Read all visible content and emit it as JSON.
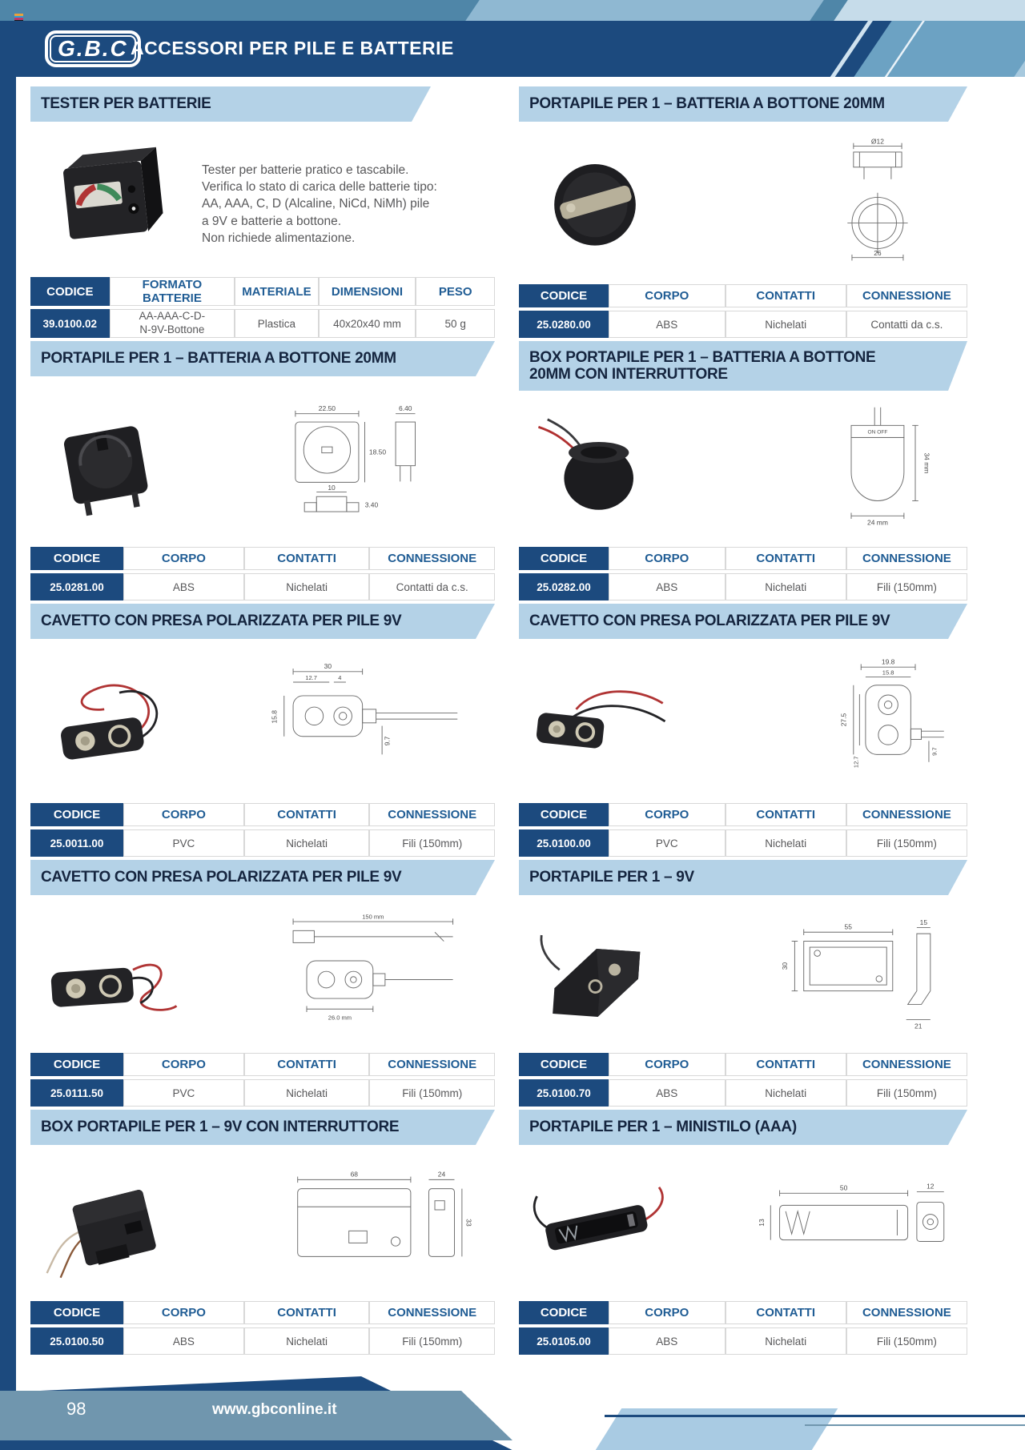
{
  "page": {
    "logo_text": "G.B.C",
    "header_title": "ACCESSORI PER PILE E BATTERIE",
    "page_number": "98",
    "website": "www.gbconline.it"
  },
  "product_columns": [
    "CODICE",
    "CORPO",
    "CONTATTI",
    "CONNESSIONE"
  ],
  "tester": {
    "title": "TESTER PER BATTERIE",
    "description": [
      "Tester per batterie pratico e tascabile.",
      "Verifica lo stato di carica delle batterie tipo:",
      "AA, AAA, C, D (Alcaline, NiCd, NiMh) pile",
      "a 9V e batterie a bottone.",
      "Non richiede alimentazione."
    ],
    "columns": [
      "CODICE",
      "FORMATO BATTERIE",
      "MATERIALE",
      "DIMENSIONI",
      "PESO"
    ],
    "row": {
      "codice": "39.0100.02",
      "formato_line1": "AA-AAA-C-D-",
      "formato_line2": "N-9V-Bottone",
      "materiale": "Plastica",
      "dimensioni": "40x20x40 mm",
      "peso": "50 g"
    }
  },
  "sections": [
    {
      "title": "PORTAPILE PER 1 – BATTERIA A BOTTONE 20MM",
      "row": {
        "codice": "25.0280.00",
        "corpo": "ABS",
        "contatti": "Nichelati",
        "connessione": "Contatti da c.s."
      },
      "dims": [
        "Ø12",
        "26"
      ]
    },
    {
      "title": "PORTAPILE PER 1 – BATTERIA A BOTTONE 20MM",
      "row": {
        "codice": "25.0281.00",
        "corpo": "ABS",
        "contatti": "Nichelati",
        "connessione": "Contatti da c.s."
      },
      "dims": [
        "22.50",
        "6.40",
        "18.50",
        "10",
        "3.40"
      ]
    },
    {
      "title_line1": "BOX PORTAPILE PER 1 – BATTERIA A BOTTONE",
      "title_line2": "20MM CON INTERRUTTORE",
      "row": {
        "codice": "25.0282.00",
        "corpo": "ABS",
        "contatti": "Nichelati",
        "connessione": "Fili (150mm)"
      },
      "dims": [
        "ON OFF",
        "34 mm",
        "24 mm"
      ]
    },
    {
      "title": "CAVETTO CON PRESA POLARIZZATA PER PILE 9V",
      "row": {
        "codice": "25.0011.00",
        "corpo": "PVC",
        "contatti": "Nichelati",
        "connessione": "Fili (150mm)"
      },
      "dims": [
        "30",
        "12.7",
        "4",
        "15.8",
        "9.7"
      ]
    },
    {
      "title": "CAVETTO CON PRESA POLARIZZATA PER PILE 9V",
      "row": {
        "codice": "25.0100.00",
        "corpo": "PVC",
        "contatti": "Nichelati",
        "connessione": "Fili (150mm)"
      },
      "dims": [
        "19.8",
        "15.8",
        "27.5",
        "12.7",
        "9.7"
      ]
    },
    {
      "title": "CAVETTO CON PRESA POLARIZZATA PER PILE 9V",
      "row": {
        "codice": "25.0111.50",
        "corpo": "PVC",
        "contatti": "Nichelati",
        "connessione": "Fili (150mm)"
      },
      "dims": [
        "150 mm",
        "26.0 mm"
      ]
    },
    {
      "title": "PORTAPILE PER 1 – 9V",
      "row": {
        "codice": "25.0100.70",
        "corpo": "ABS",
        "contatti": "Nichelati",
        "connessione": "Fili (150mm)"
      },
      "dims": [
        "55",
        "30",
        "15",
        "21"
      ]
    },
    {
      "title": "BOX PORTAPILE PER 1 – 9V CON INTERRUTTORE",
      "row": {
        "codice": "25.0100.50",
        "corpo": "ABS",
        "contatti": "Nichelati",
        "connessione": "Fili (150mm)"
      },
      "dims": [
        "68",
        "24",
        "33"
      ]
    },
    {
      "title": "PORTAPILE PER 1 – MINISTILO (AAA)",
      "row": {
        "codice": "25.0105.00",
        "corpo": "ABS",
        "contatti": "Nichelati",
        "connessione": "Fili (150mm)"
      },
      "dims": [
        "50",
        "12",
        "13"
      ]
    }
  ],
  "colors": {
    "navy": "#1c4a7e",
    "banner_blue": "#b4d2e7",
    "table_header_text": "#1f5c94"
  }
}
